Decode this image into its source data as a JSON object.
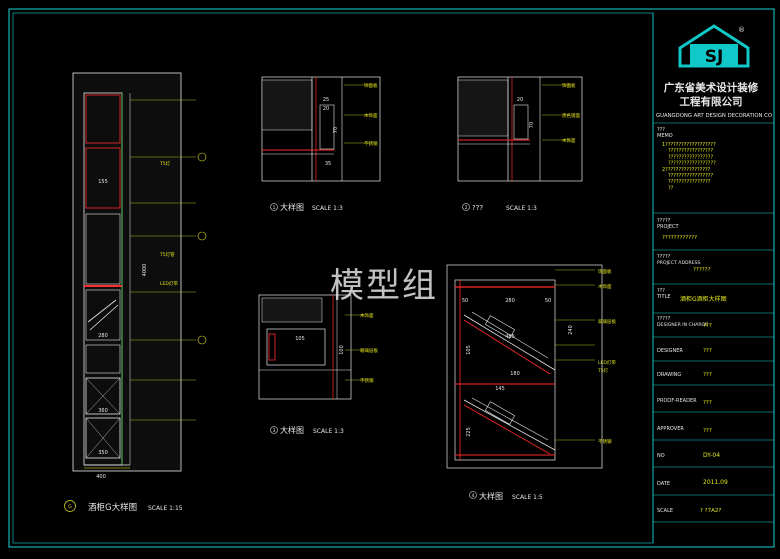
{
  "watermark": "模型组",
  "company": {
    "name_cn_line1": "广东省美术设计装修",
    "name_cn_line2": "工程有限公司",
    "name_en": "GUANGDONG ART DESIGN DECORATION CO",
    "logo_letters": "SJ",
    "registered_mark": "®"
  },
  "title_block": {
    "memo_label_cn": "???",
    "memo_label_en": "MEMO",
    "memo_lines": [
      "1???????????????????",
      "?????????????????",
      "?????????????????",
      "??????????????????",
      "2?????????????????",
      "?????????????????",
      "????????????????",
      "??"
    ],
    "project_label_cn": "?????",
    "project_label_en": "PROJECT",
    "project_value": "????????????",
    "address_label_cn": "?????",
    "address_label_en": "PROJECT ADDRESS",
    "address_value": "??????",
    "title_label_cn": "???",
    "title_label_en": "TITLE",
    "title_value": "酒柜G酒柜大样图",
    "designer_label_cn": "?????",
    "designer_label_en": "DESIGNER IN CHARGE",
    "designer_value": "???",
    "design_label": "DESIGNER",
    "design_value": "???",
    "drawing_label": "DRAWING",
    "drawing_value": "???",
    "proof_label": "PROOF-READER",
    "proof_value": "???",
    "approver_label": "APPROVER",
    "approver_value": "???",
    "no_label": "NO",
    "no_value": "DY-04",
    "date_label": "DATE",
    "date_value": "2011.09",
    "scale_label": "SCALE",
    "scale_value": "? ?7A2?"
  },
  "views": {
    "main": {
      "title": "酒柜G大样图",
      "scale": "SCALE  1:15",
      "num": "G"
    },
    "d1": {
      "title": "大样图",
      "scale": "SCALE  1:3",
      "num": "1"
    },
    "d2": {
      "title": "???",
      "scale": "SCALE  1:3",
      "num": "2"
    },
    "d3": {
      "title": "大样图",
      "scale": "SCALE  1:3",
      "num": "3"
    },
    "d4": {
      "title": "大样图",
      "scale": "SCALE  1:5",
      "num": "4"
    }
  },
  "dimensions": {
    "main_bottom": "400",
    "main_w1": "360",
    "main_w2": "280",
    "main_w3": "155",
    "main_w4": "350",
    "main_h1": "4000",
    "d4_w1": "50",
    "d4_w2": "280",
    "d4_w3": "50",
    "d4_h1": "465",
    "d4_h2": "180",
    "d4_h3": "145",
    "d4_h4": "240",
    "d4_h5": "225",
    "d4_h6": "105",
    "d3_w1": "105",
    "d3_h1": "100",
    "d1_a": "25",
    "d1_b": "20",
    "d1_c": "70",
    "d1_d": "35",
    "d2_a": "20",
    "d2_b": "70"
  },
  "labels": {
    "led": "LED灯带",
    "t5": "T5灯管",
    "t5_short": "T5灯",
    "generic_note": "饰面板",
    "note2": "木饰面",
    "note3": "玻璃层板",
    "note4": "不锈钢",
    "note5": "黑色镜面"
  },
  "colors": {
    "frame": "#17d3d3",
    "yellow": "#e6e61e",
    "white": "#e8e8e8",
    "red": "#ff2a2a",
    "green": "#27d02c",
    "cyan": "#19d7e0",
    "logo": "#10c8c8"
  }
}
